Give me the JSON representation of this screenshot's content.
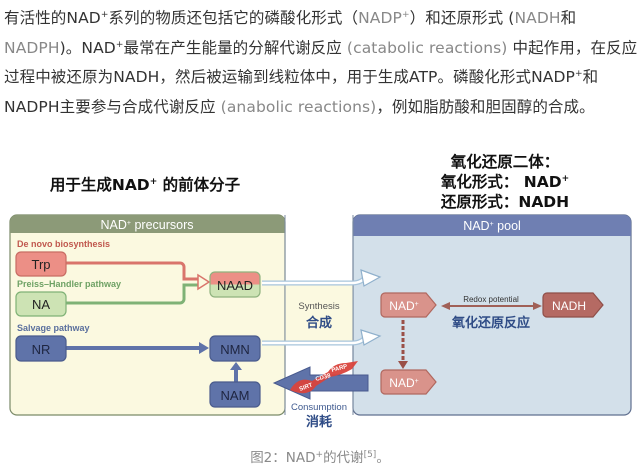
{
  "paragraph": {
    "segments": [
      {
        "t": "有活性的NAD",
        "cls": ""
      },
      {
        "t": "+",
        "cls": "sup"
      },
      {
        "t": "系列的物质还包括它的磷酸化形式（",
        "cls": ""
      },
      {
        "t": "NADP",
        "cls": "en"
      },
      {
        "t": "+",
        "cls": "ensup"
      },
      {
        "t": "）和还原形式 (",
        "cls": ""
      },
      {
        "t": "NADH",
        "cls": "en"
      },
      {
        "t": "和 ",
        "cls": ""
      },
      {
        "t": "NADPH",
        "cls": "en"
      },
      {
        "t": ")。NAD",
        "cls": ""
      },
      {
        "t": "+",
        "cls": "sup"
      },
      {
        "t": "最常在产生能量的分解代谢反应 ",
        "cls": ""
      },
      {
        "t": "(catabolic reactions)",
        "cls": "en"
      },
      {
        "t": " 中起作用，在反应过程中被还原为NADH，然后被运输到线粒体中，用于生成ATP。磷酸化形式NADP",
        "cls": ""
      },
      {
        "t": "+",
        "cls": "sup"
      },
      {
        "t": "和NADPH主要参与合成代谢反应 ",
        "cls": ""
      },
      {
        "t": "(anabolic reactions)",
        "cls": "en"
      },
      {
        "t": "，例如脂肪酸和胆固醇的合成。",
        "cls": ""
      }
    ]
  },
  "left_heading": {
    "pre": "用于生成NAD",
    "sup": "+",
    "post": " 的前体分子"
  },
  "right_heading": {
    "line1": "氧化还原二体：",
    "line2_pre": "氧化形式： NAD",
    "line2_sup": "+",
    "line3": "还原形式：NADH"
  },
  "precursors_panel": {
    "title_pre": "NAD",
    "title_sup": "+",
    "title_post": " precursors",
    "sections": {
      "de_novo": "De novo biosynthesis",
      "preiss": "Preiss–Handler pathway",
      "salvage": "Salvage pathway"
    },
    "nodes": {
      "trp": "Trp",
      "na": "NA",
      "nr": "NR",
      "naad": "NAAD",
      "nmn": "NMN",
      "nam": "NAM"
    }
  },
  "middle": {
    "synthesis_en": "Synthesis",
    "synthesis_zh": "合成",
    "consumption_en": "Consumption",
    "consumption_zh": "消耗",
    "enzymes": [
      "SIRT",
      "CD38",
      "PARP"
    ]
  },
  "pool_panel": {
    "title_pre": "NAD",
    "title_sup": "+",
    "title_post": " pool",
    "nad_label": "NAD",
    "nad_sup": "+",
    "nadh_label": "NADH",
    "redox_en": "Redox potential",
    "redox_zh": "氧化还原反应"
  },
  "caption": {
    "pre": "图2：NAD",
    "sup": "+",
    "mid": "的代谢",
    "ref": "[5]",
    "post": "。"
  },
  "colors": {
    "precursor_header": "#8c9a78",
    "precursor_bg": "#fbf9e0",
    "pool_header": "#6f7fb2",
    "pool_bg": "#d3e0ea",
    "red_node": "#ec8f86",
    "green_node": "#cde3b4",
    "blue_node": "#5f73a9",
    "nad_node": "#d9938b",
    "nadh_node": "#b56a63",
    "section_red": "#c0584e",
    "section_green": "#6ea164",
    "section_blue": "#5a6f9d"
  }
}
